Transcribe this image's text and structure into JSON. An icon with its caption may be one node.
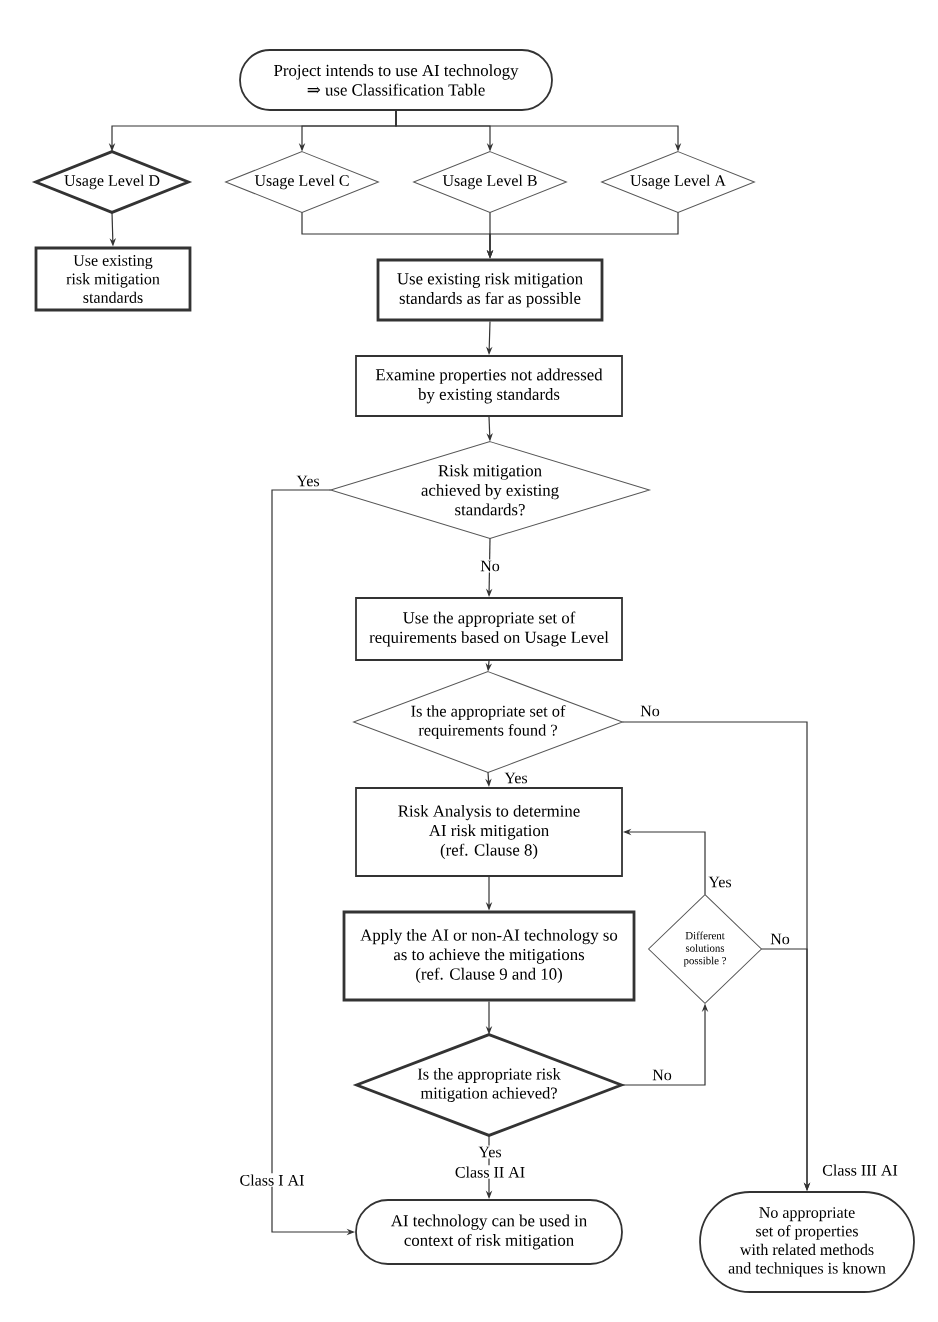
{
  "diagram": {
    "nodes": [
      {
        "text": [
          "Project intends to use AI technology ⇒ use Classification Table"
        ]
      },
      {
        "text": [
          "Usage Level D"
        ]
      },
      {
        "text": [
          "Usage Level C"
        ]
      },
      {
        "text": [
          "Usage Level B"
        ]
      },
      {
        "text": [
          "Usage Level A"
        ]
      },
      {
        "text": [
          "Use existing risk mitigation standards"
        ]
      },
      {
        "text": [
          "Use existing risk mitigation standards as far as possible"
        ]
      },
      {
        "text": [
          "Examine properties not addressed by existing standards"
        ]
      },
      {
        "text": [
          "Risk mitigation achieved by existing standards?"
        ]
      },
      {
        "text": [
          "Use the appropriate set of requirements based on Usage Level"
        ]
      },
      {
        "text": [
          "Is the appropriate set of requirements found ?"
        ]
      },
      {
        "text": [
          "Risk Analysis to determine AI risk mitigation (ref. Clause 8)"
        ]
      },
      {
        "text": [
          "Apply the AI or non-AI technology so as to achieve the mitigations (ref. Clause 9 and 10)"
        ]
      },
      {
        "text": [
          "Is the appropriate risk mitigation achieved?"
        ]
      },
      {
        "text": [
          "Different solutions possible ?"
        ]
      },
      {
        "text": [
          "AI technology can be used in context of risk mitigation"
        ]
      },
      {
        "text": [
          "No appropriate set of properties with related methods and techniques is known"
        ]
      }
    ],
    "edges": [
      {
        "from": 0,
        "to": 1,
        "arrow": "to"
      },
      {
        "from": 0,
        "to": 2,
        "arrow": "to"
      },
      {
        "from": 0,
        "to": 3,
        "arrow": "to"
      },
      {
        "from": 0,
        "to": 4,
        "arrow": "to"
      },
      {
        "from": 1,
        "to": 5,
        "arrow": "to"
      },
      {
        "from": 2,
        "to": 6,
        "arrow": "to"
      },
      {
        "from": 3,
        "to": 6,
        "arrow": "to"
      },
      {
        "from": 4,
        "to": 6,
        "arrow": "to"
      },
      {
        "from": 6,
        "to": 7,
        "arrow": "to"
      },
      {
        "from": 7,
        "to": 8,
        "arrow": "to"
      },
      {
        "from": 8,
        "to": 9,
        "arrow": "to",
        "label": "No"
      },
      {
        "from": 8,
        "to": 15,
        "arrow": "to",
        "label": "Yes"
      },
      {
        "from": 9,
        "to": 10,
        "arrow": "to"
      },
      {
        "from": 10,
        "to": 11,
        "arrow": "to",
        "label": "Yes"
      },
      {
        "from": 10,
        "to": 16,
        "arrow": "to",
        "label": "No"
      },
      {
        "from": 11,
        "to": 12,
        "arrow": "to"
      },
      {
        "from": 12,
        "to": 13,
        "arrow": "to"
      },
      {
        "from": 13,
        "to": 14,
        "arrow": "to",
        "label": "No"
      },
      {
        "from": 13,
        "to": 15,
        "arrow": "to",
        "label": "Yes"
      },
      {
        "from": 14,
        "to": 11,
        "arrow": "to",
        "label": "Yes"
      },
      {
        "from": 14,
        "to": 16,
        "arrow": "to",
        "label": "No"
      }
    ],
    "labels": [
      "Class I AI",
      "Class II AI",
      "Class III AI"
    ]
  }
}
